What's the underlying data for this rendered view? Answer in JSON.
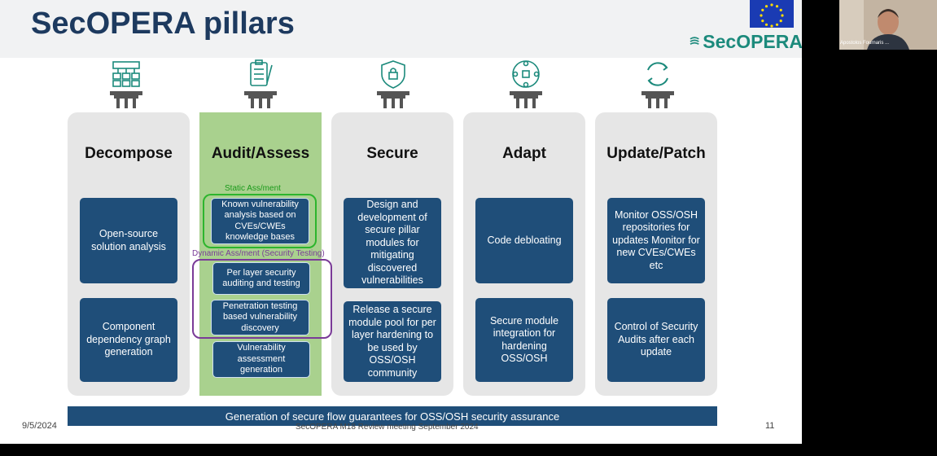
{
  "slide": {
    "title": "SecOPERA pillars",
    "logo_text": "SecOPERA",
    "date": "9/5/2024",
    "footer_text": "SecOPERA M18 Review meeting September 2024",
    "page_number": "11",
    "bottom_bar": "Generation of secure flow guarantees for OSS/OSH security assurance"
  },
  "pillars": [
    {
      "title": "Decompose",
      "icon": "hierarchy-icon",
      "boxes": [
        "Open-source solution analysis",
        "Component dependency graph generation"
      ]
    },
    {
      "title": "Audit/Assess",
      "icon": "clipboard-checklist-icon",
      "static_label": "Static Ass/ment",
      "dynamic_label": "Dynamic Ass/ment (Security Testing)",
      "boxes": [
        "Known vulnerability analysis based on CVEs/CWEs knowledge bases",
        "Per layer security auditing and testing",
        "Penetration testing based vulnerability discovery",
        "Vulnerability assessment generation"
      ]
    },
    {
      "title": "Secure",
      "icon": "shield-lock-icon",
      "boxes": [
        "Design and development of secure pillar modules for mitigating discovered vulnerabilities",
        "Release a secure module pool for per layer hardening to be used by OSS/OSH community"
      ]
    },
    {
      "title": "Adapt",
      "icon": "network-nodes-icon",
      "boxes": [
        "Code debloating",
        "Secure module integration for hardening OSS/OSH"
      ]
    },
    {
      "title": "Update/Patch",
      "icon": "refresh-cycle-icon",
      "boxes": [
        "Monitor OSS/OSH repositories for updates Monitor for new CVEs/CWEs etc",
        "Control of Security Audits after each update"
      ]
    }
  ],
  "participant": {
    "name": "Apostolos Fournaris ..."
  },
  "colors": {
    "box": "#1f4e79",
    "pillar": "#e6e6e6",
    "highlight": "#a9d18e",
    "static_outline": "#2db52d",
    "dynamic_outline": "#7a3b98",
    "title": "#1d3a5f"
  }
}
